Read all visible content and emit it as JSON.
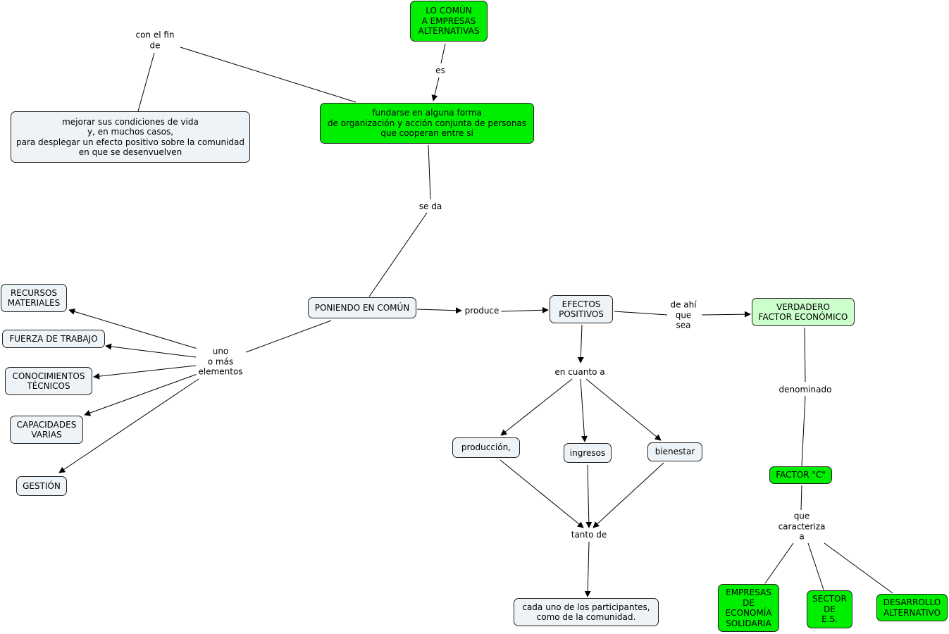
{
  "colors": {
    "highlight": "#00ee00",
    "light_highlight": "#ccffcc",
    "concept": "#eef3f7",
    "line": "#000000"
  },
  "nodes": {
    "lo_comun": "LO COMÚN\nA EMPRESAS\nALTERNATIVAS",
    "fundarse": "fundarse en alguna forma\nde organización y acción conjunta de personas\nque cooperan entre sí",
    "mejorar": "mejorar sus condiciones de vida\ny, en muchos casos,\npara desplegar un efecto positivo sobre la comunidad\nen que se desenvuelven",
    "poniendo": "PONIENDO EN COMÚN",
    "efectos": "EFECTOS\nPOSITIVOS",
    "verdadero": "VERDADERO\nFACTOR ECONÓMICO",
    "recursos": "RECURSOS\nMATERIALES",
    "fuerza": "FUERZA DE TRABAJO",
    "conocimientos": "CONOCIMIENTOS\nTÉCNICOS",
    "capacidades": "CAPACIDADES\nVARIAS",
    "gestion": "GESTIÓN",
    "produccion": "producción,",
    "ingresos": "ingresos",
    "bienestar": "bienestar",
    "cada_uno": "cada uno de los participantes,\ncomo de la comunidad.",
    "factor_c": "FACTOR \"C\"",
    "empresas": "EMPRESAS\nDE\nECONOMÍA\nSOLIDARIA",
    "sector": "SECTOR\nDE\nE.S.",
    "desarrollo": "DESARROLLO\nALTERNATIVO"
  },
  "links": {
    "es": "es",
    "con_el_fin": "con el fin\nde",
    "se_da": "se da",
    "produce": "produce",
    "de_ahi": "de ahí\nque\nsea",
    "uno_mas": "uno\no más\nelementos",
    "en_cuanto": "en cuanto a",
    "tanto_de": "tanto de",
    "denominado": "denominado",
    "que_caracteriza": "que\ncaracteriza\na"
  }
}
